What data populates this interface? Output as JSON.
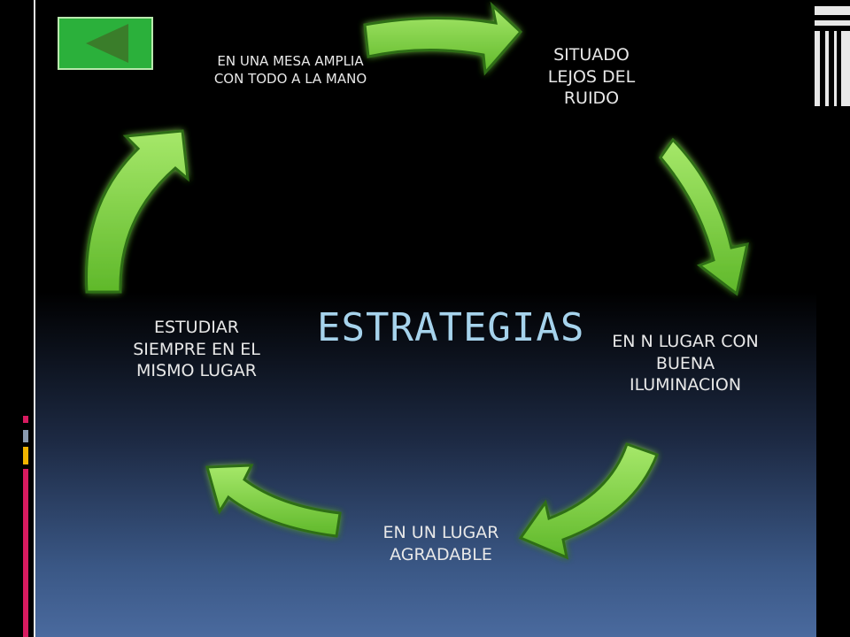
{
  "title": "ESTRATEGIAS",
  "nav": {
    "back_icon": "triangle-left-icon"
  },
  "steps": [
    {
      "label": "SITUADO LEJOS DEL RUIDO"
    },
    {
      "label": "EN N LUGAR CON BUENA ILUMINACION"
    },
    {
      "label": "EN UN LUGAR AGRADABLE"
    },
    {
      "label": "ESTUDIAR SIEMPRE EN EL MISMO LUGAR"
    },
    {
      "label": "EN UNA MESA AMPLIA CON TODO A LA MANO"
    }
  ],
  "colors": {
    "arrow_fill": "#7ccf3c",
    "arrow_glow": "#3b8a1c",
    "title": "#a6d3ec",
    "button": "#2bb03b",
    "text": "#e8e8e8"
  }
}
